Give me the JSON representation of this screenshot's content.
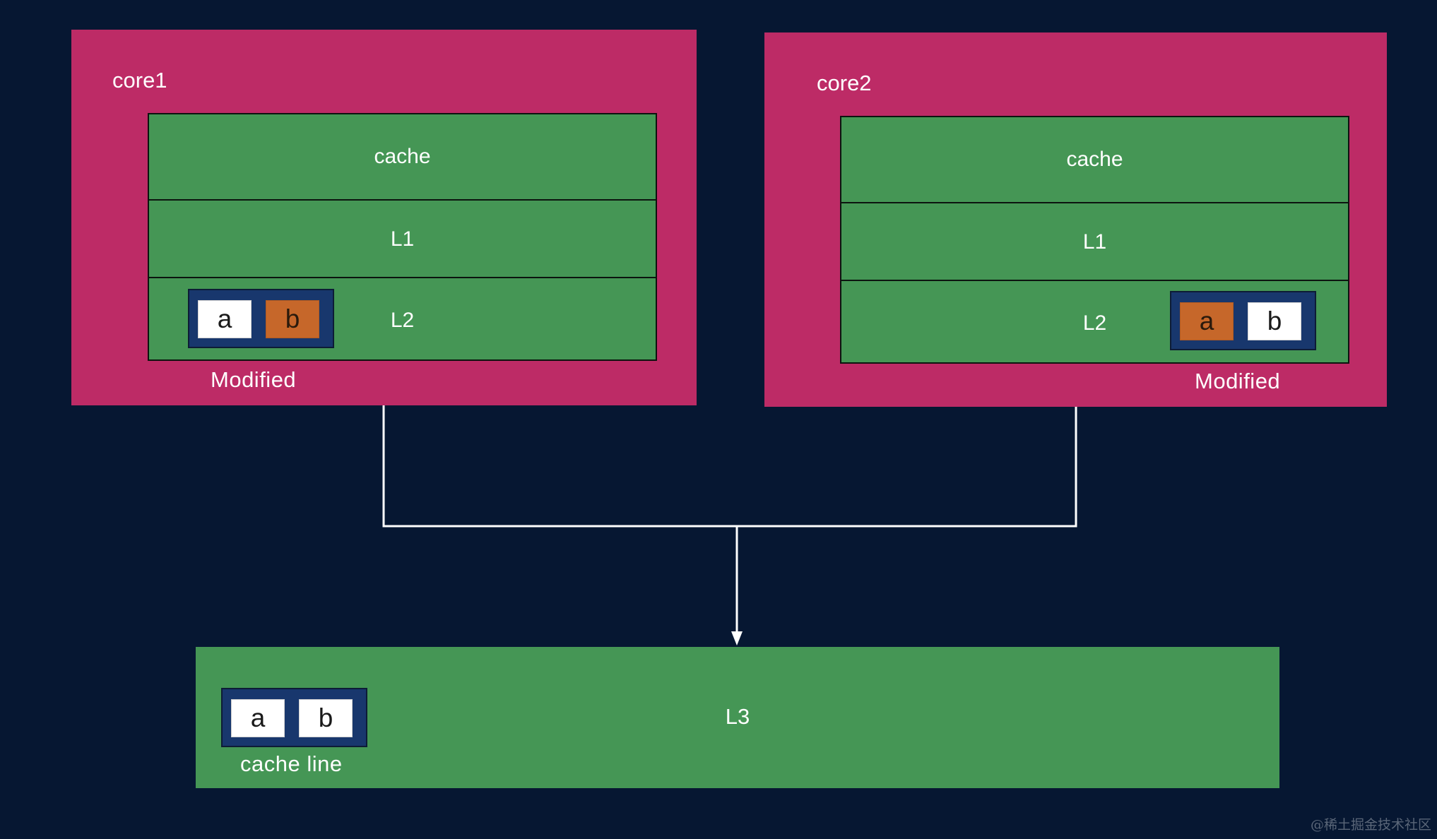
{
  "core1": {
    "title": "core1",
    "rows": {
      "cache": "cache",
      "l1": "L1",
      "l2": "L2"
    },
    "cacheline": {
      "a": "a",
      "b": "b",
      "modified_cell": "b"
    },
    "state_label": "Modified"
  },
  "core2": {
    "title": "core2",
    "rows": {
      "cache": "cache",
      "l1": "L1",
      "l2": "L2"
    },
    "cacheline": {
      "a": "a",
      "b": "b",
      "modified_cell": "a"
    },
    "state_label": "Modified"
  },
  "l3": {
    "label": "L3",
    "cacheline": {
      "a": "a",
      "b": "b"
    },
    "cacheline_label": "cache line"
  },
  "colors": {
    "background": "#061732",
    "core": "#bd2b66",
    "cache": "#459655",
    "cacheline_frame": "#18376d",
    "modified_cell": "#c6672a",
    "clean_cell": "#ffffff",
    "connector": "#ffffff"
  },
  "watermark": "@稀土掘金技术社区"
}
